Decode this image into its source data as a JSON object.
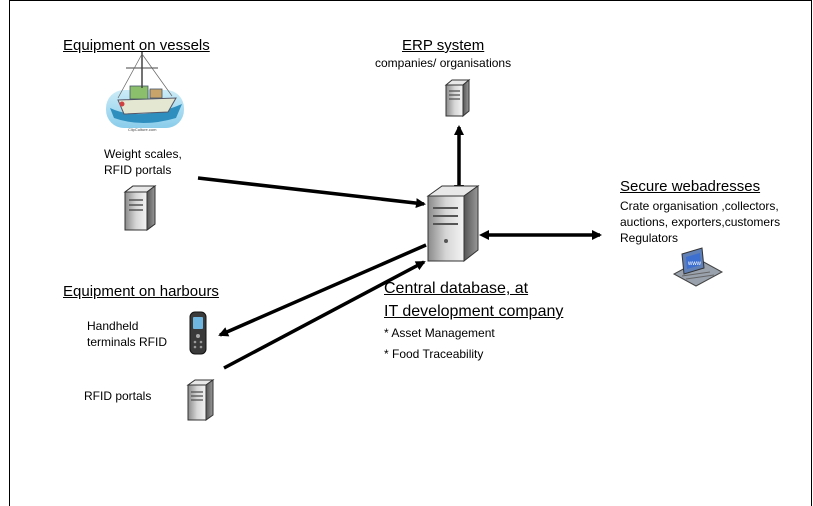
{
  "vessels": {
    "title": "Equipment on vessels",
    "image_caption": "ClipCulture.com",
    "desc_lines": [
      "Weight scales,",
      "RFID portals"
    ]
  },
  "erp": {
    "title": "ERP system",
    "subtitle": "companies/ organisations"
  },
  "secure": {
    "title": "Secure webadresses",
    "lines": [
      "Crate organisation ,collectors,",
      "auctions, exporters,customers",
      "Regulators"
    ]
  },
  "harbours": {
    "title": "Equipment on harbours",
    "handheld_lines": [
      "Handheld",
      "terminals RFID"
    ],
    "portals": "RFID portals"
  },
  "central": {
    "title_lines": [
      "Central database, at",
      "IT development company"
    ],
    "bullets": [
      "* Asset Management",
      "* Food Traceability"
    ]
  }
}
